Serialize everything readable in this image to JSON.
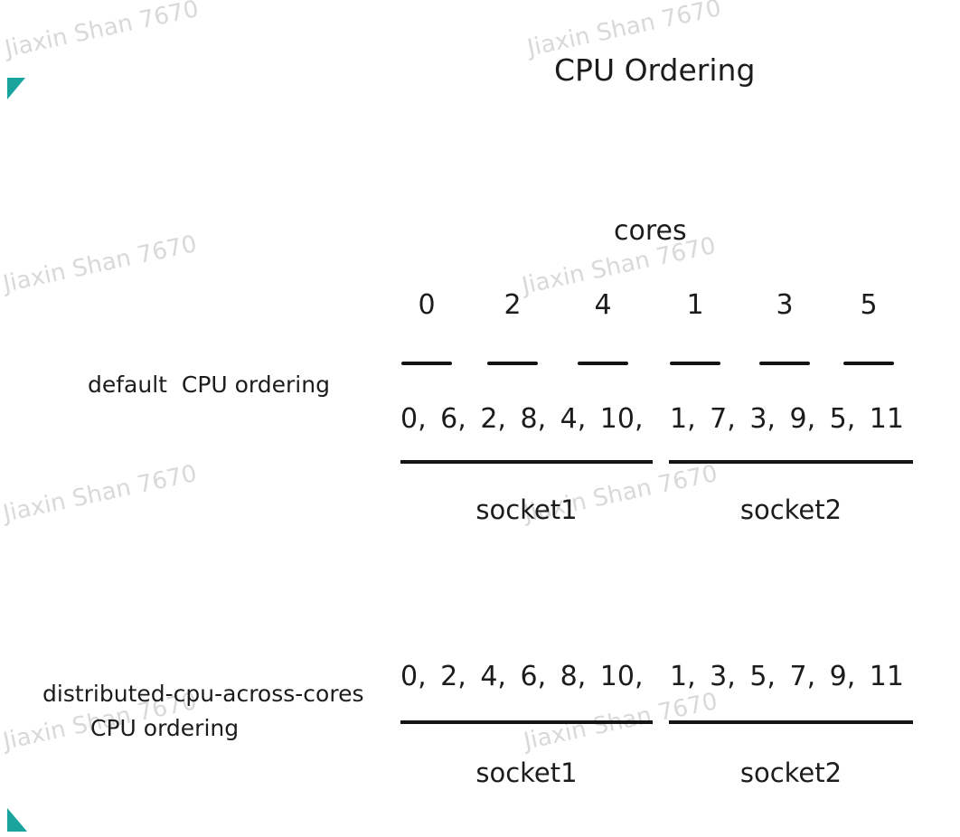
{
  "title": "CPU Ordering",
  "watermark": {
    "text": "Jiaxin Shan 7670"
  },
  "colors": {
    "text": "#1c1c1c",
    "line": "#141414",
    "watermark": "#d9d9d9",
    "corner_mark": "#1aa49e"
  },
  "cores_header": {
    "label": "cores",
    "core_ids": [
      "0",
      "2",
      "4",
      "1",
      "3",
      "5"
    ]
  },
  "default_ordering": {
    "label": "default  CPU ordering",
    "socket1_cpus": "0, 6, 2, 8, 4, 10,",
    "socket2_cpus": "1, 7, 3, 9, 5, 11",
    "socket1_label": "socket1",
    "socket2_label": "socket2"
  },
  "distributed_ordering": {
    "label_line1": "distributed-cpu-across-cores",
    "label_line2": "CPU ordering",
    "socket1_cpus": "0, 2, 4, 6, 8, 10,",
    "socket2_cpus": "1, 3, 5, 7, 9, 11",
    "socket1_label": "socket1",
    "socket2_label": "socket2"
  }
}
